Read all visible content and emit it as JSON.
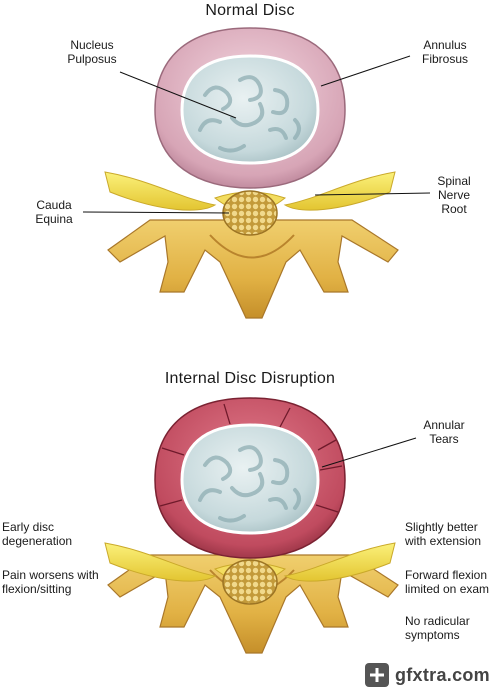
{
  "normal": {
    "title": "Normal Disc",
    "labels": {
      "nucleus": [
        "Nucleus",
        "Pulposus"
      ],
      "annulus": [
        "Annulus",
        "Fibrosus"
      ],
      "cauda": [
        "Cauda",
        "Equina"
      ],
      "spinal_root": [
        "Spinal",
        "Nerve",
        "Root"
      ]
    }
  },
  "disruption": {
    "title": "Internal Disc Disruption",
    "labels": {
      "annular_tears": [
        "Annular",
        "Tears"
      ]
    },
    "left_notes": [
      [
        "Early disc",
        "degeneration"
      ],
      [
        "Pain worsens with",
        "flexion/sitting"
      ]
    ],
    "right_notes": [
      [
        "Slightly better",
        "with extension"
      ],
      [
        "Forward flexion",
        "limited on exam"
      ],
      [
        "No radicular",
        "symptoms"
      ]
    ]
  },
  "watermark": {
    "text": "gfxtra.com"
  },
  "colors": {
    "annulus_normal": "#d9a9ba",
    "annulus_torn": "#c24f62",
    "nucleus": "#c9dade",
    "bone": "#e5b84a",
    "nerve": "#f2e04c",
    "cauda": "#d8b556"
  }
}
